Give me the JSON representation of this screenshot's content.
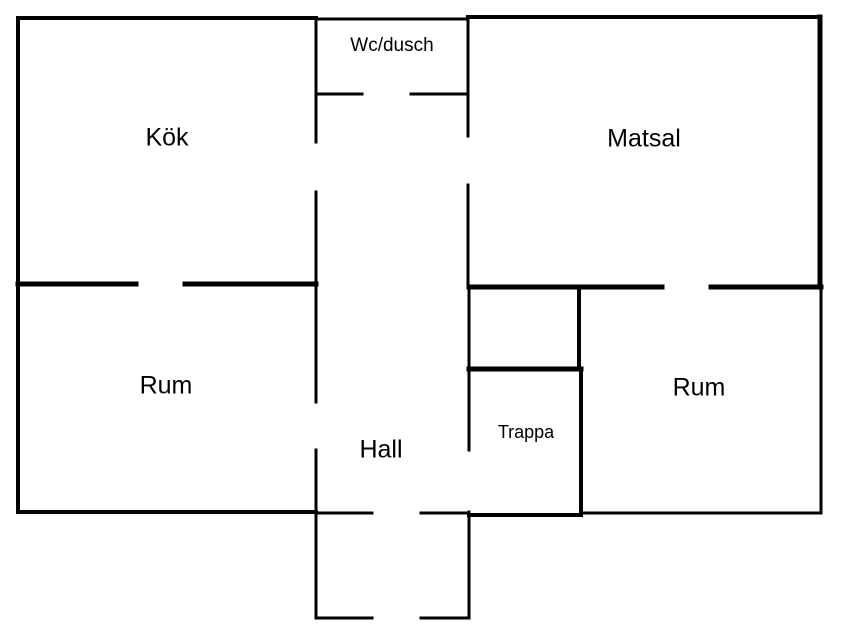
{
  "floor_plan": {
    "wall_color": "#000000",
    "background_color": "#ffffff",
    "rooms": {
      "kitchen": "Kök",
      "wc": "Wc/dusch",
      "dining": "Matsal",
      "room_left": "Rum",
      "room_right": "Rum",
      "hall": "Hall",
      "stairs": "Trappa"
    }
  }
}
